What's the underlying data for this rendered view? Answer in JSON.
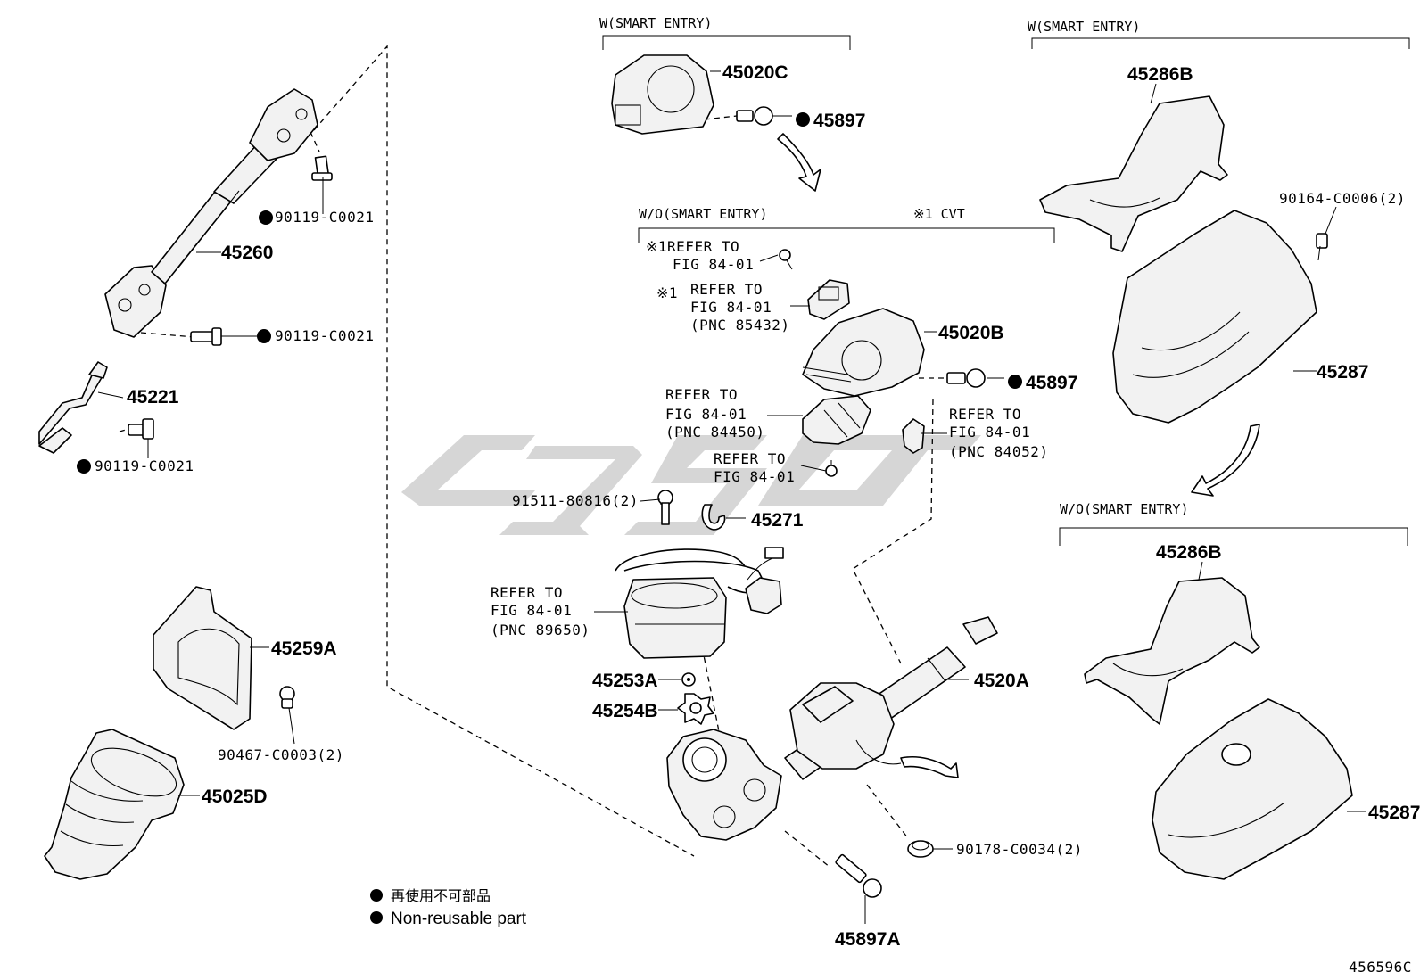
{
  "headers": {
    "smart_entry_top": "W(SMART ENTRY)",
    "smart_entry_right": "W(SMART ENTRY)",
    "no_smart_entry_mid": "W/O(SMART ENTRY)",
    "cvt_note": "※1 CVT",
    "no_smart_entry_right": "W/O(SMART ENTRY)"
  },
  "parts": {
    "p45020C": "45020C",
    "p45897_top": "45897",
    "p45020B": "45020B",
    "p45897_mid": "45897",
    "p45271": "45271",
    "p45253A": "45253A",
    "p45254B": "45254B",
    "p4520A": "4520A",
    "p45897A": "45897A",
    "p90178": "90178-C0034(2)",
    "p91511": "91511-80816(2)",
    "p45260": "45260",
    "p90119_a": "90119-C0021",
    "p90119_b": "90119-C0021",
    "p45221": "45221",
    "p90119_c": "90119-C0021",
    "p45259A": "45259A",
    "p90467": "90467-C0003(2)",
    "p45025D": "45025D",
    "p45286B_top": "45286B",
    "p90164": "90164-C0006(2)",
    "p45287_top": "45287",
    "p45286B_bottom": "45286B",
    "p45287_bottom": "45287"
  },
  "refs": {
    "r1": [
      "※1REFER TO",
      "FIG 84-01"
    ],
    "r2_mark": "※1",
    "r2": [
      "REFER TO",
      "FIG 84-01",
      "(PNC 85432)"
    ],
    "r3": [
      "REFER TO",
      "FIG 84-01",
      "(PNC 84450)"
    ],
    "r4": [
      "REFER TO",
      "FIG 84-01"
    ],
    "r5": [
      "REFER TO",
      "FIG 84-01",
      "(PNC 84052)"
    ],
    "r6": [
      "REFER TO",
      "FIG 84-01",
      "(PNC 89650)"
    ]
  },
  "legend": {
    "line1": "再使用不可部品",
    "line2": "Non-reusable part"
  },
  "figure_id": "456596C"
}
